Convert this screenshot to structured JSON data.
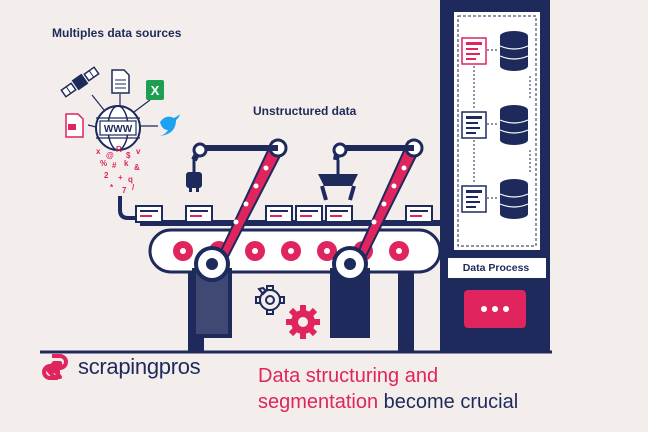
{
  "labels": {
    "sources": "Multiples data sources",
    "unstructured": "Unstructured data",
    "data_process": "Data Process"
  },
  "brand": {
    "name": "scrapingpros"
  },
  "tagline": {
    "line1": "Data structuring and",
    "line2_accent": "segmentation",
    "line2_rest": " become crucial"
  },
  "icons": {
    "globe_text": "WWW",
    "excel_text": "X"
  },
  "colors": {
    "navy": "#1f2a5c",
    "pink": "#e0245e",
    "background": "#f3eeeb",
    "twitter": "#1da1f2",
    "excel": "#1e9e50"
  }
}
